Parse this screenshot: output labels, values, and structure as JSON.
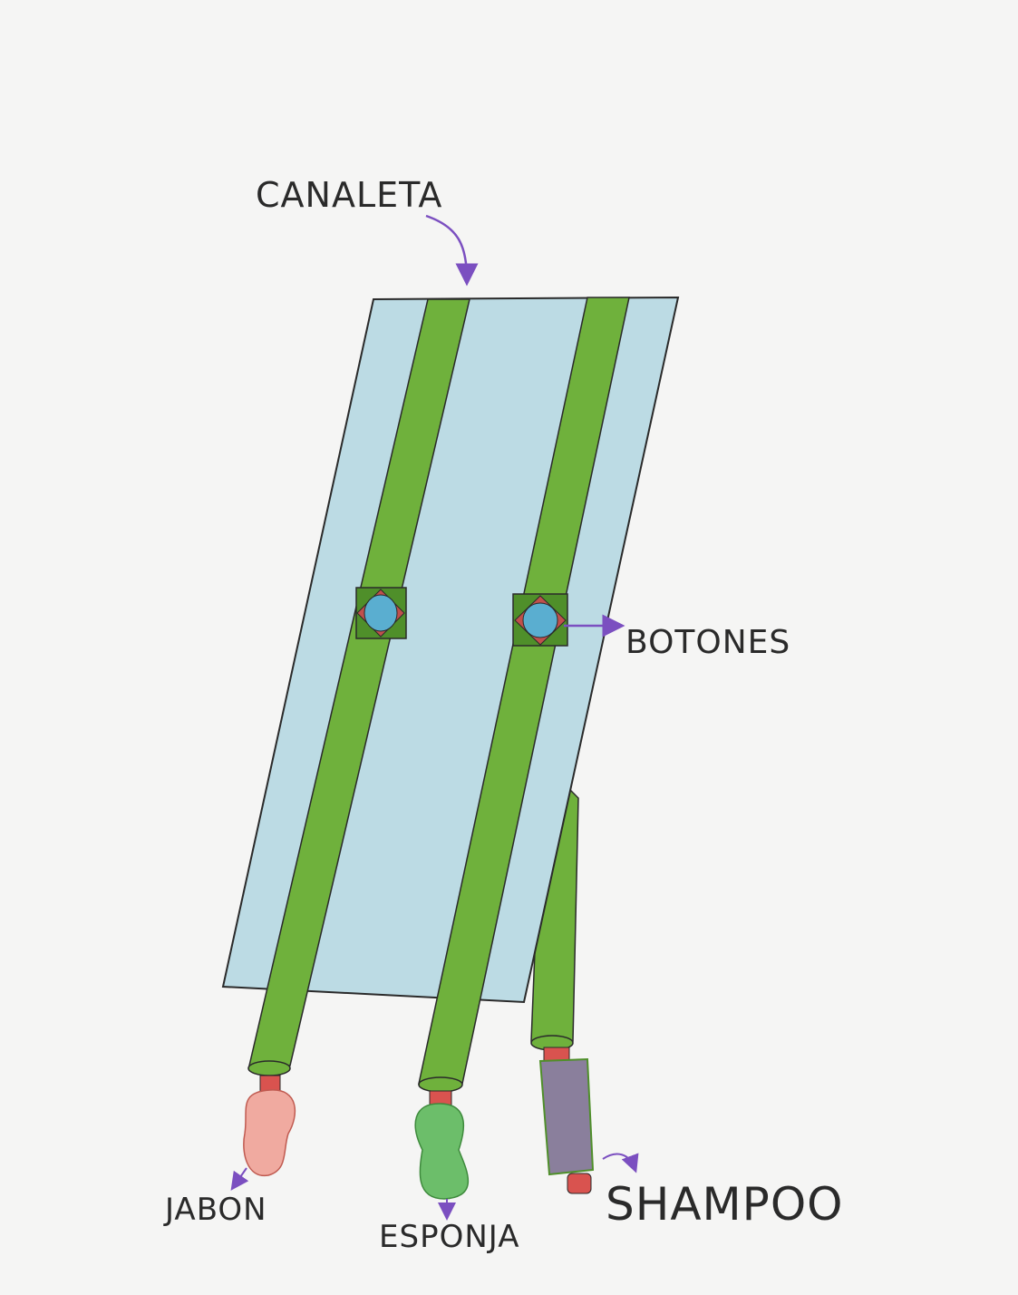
{
  "labels": {
    "canaleta": "CANALETA",
    "botones": "BOTONES",
    "jabon": "JABON",
    "esponja": "ESPONJA",
    "shampoo": "SHAMPOO"
  },
  "colors": {
    "paper": "#f5f5f4",
    "panel": "#bcdbe4",
    "rail": "#6fb13c",
    "rail_dark": "#4f8f2a",
    "arrow": "#7b4fc0",
    "jabon_container": "#f0aaa0",
    "esponja_container": "#6cbe6a",
    "shampoo_container": "#8a7f9c",
    "connector": "#d9534f",
    "button_fill": "#5aaed0"
  }
}
